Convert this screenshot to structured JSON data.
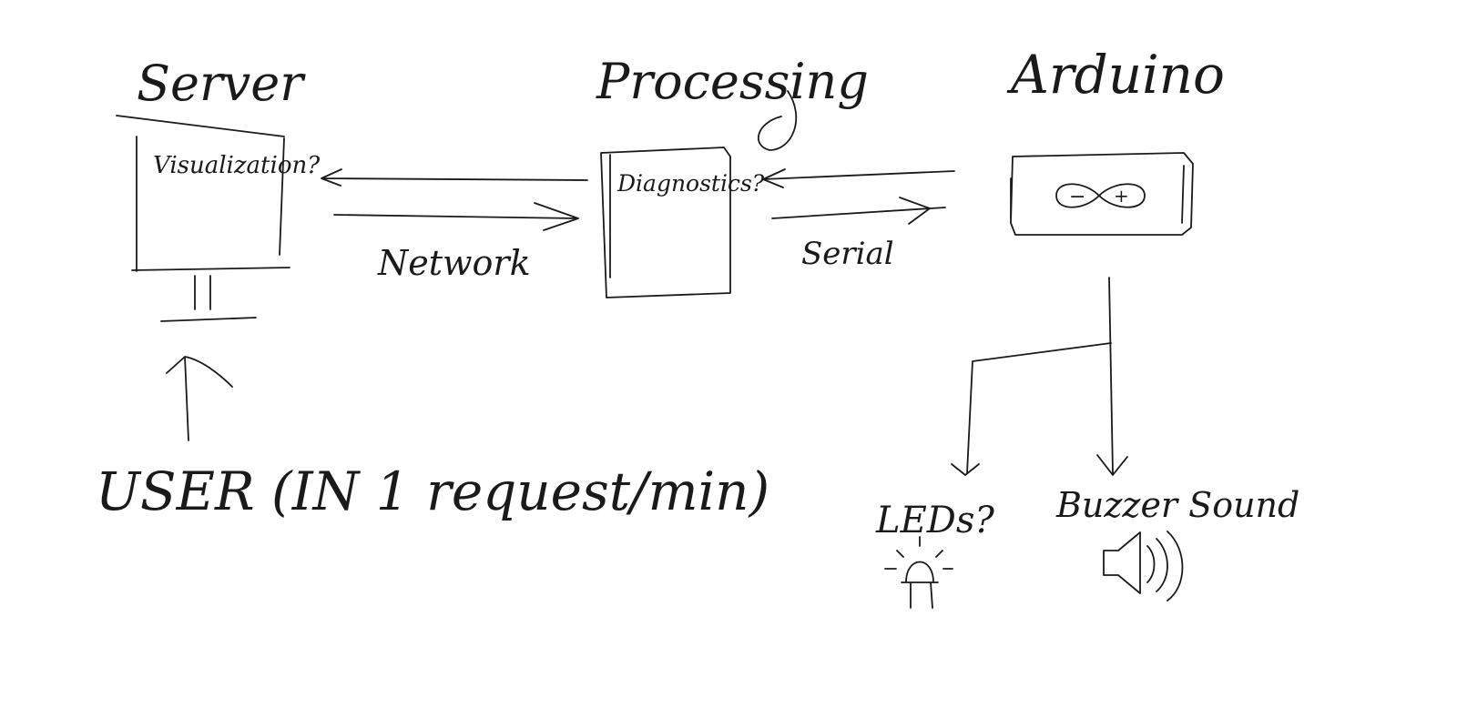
{
  "labels": {
    "server": "Server",
    "processing": "Processing",
    "arduino": "Arduino",
    "visualization": "Visualization?",
    "diagnostics": "Diagnostics?",
    "network": "Network",
    "serial": "Serial",
    "leds": "LEDs?",
    "buzzer": "Buzzer Sound",
    "user": "USER (IN 1 request/min)",
    "arduino_minus": "−",
    "arduino_plus": "+"
  }
}
